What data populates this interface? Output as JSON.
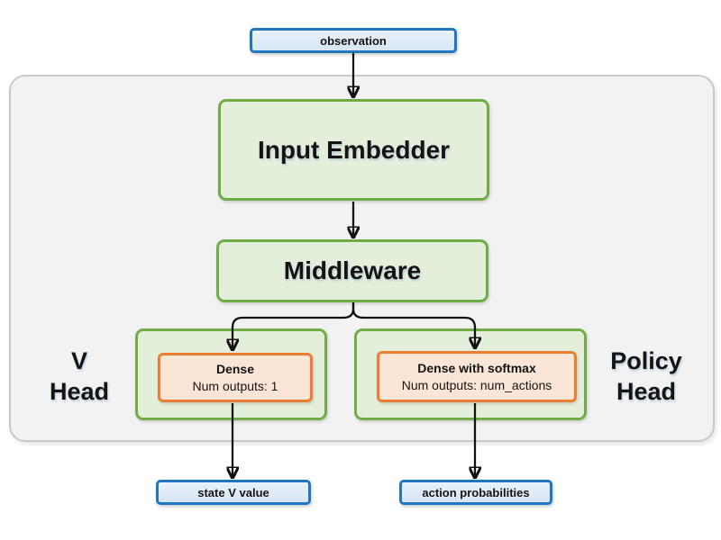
{
  "colors": {
    "blue-border": "#2176c1",
    "blue-fill-bottom": "#d6e6f4",
    "green-border": "#70ad47",
    "green-fill": "#e4efdb",
    "orange-border": "#ed7d31",
    "orange-fill": "#fbe5d6",
    "container-fill": "#f2f2f2",
    "container-border": "#c9c9c9",
    "arrow": "#111111"
  },
  "nodes": {
    "observation": "observation",
    "input_embedder": "Input Embedder",
    "middleware": "Middleware",
    "v_head": {
      "title_line1": "V",
      "title_line2": "Head",
      "layer_title": "Dense",
      "layer_detail": "Num outputs: 1",
      "output": "state V value"
    },
    "policy_head": {
      "title_line1": "Policy",
      "title_line2": "Head",
      "layer_title": "Dense with softmax",
      "layer_detail": "Num outputs: num_actions",
      "output": "action probabilities"
    }
  }
}
